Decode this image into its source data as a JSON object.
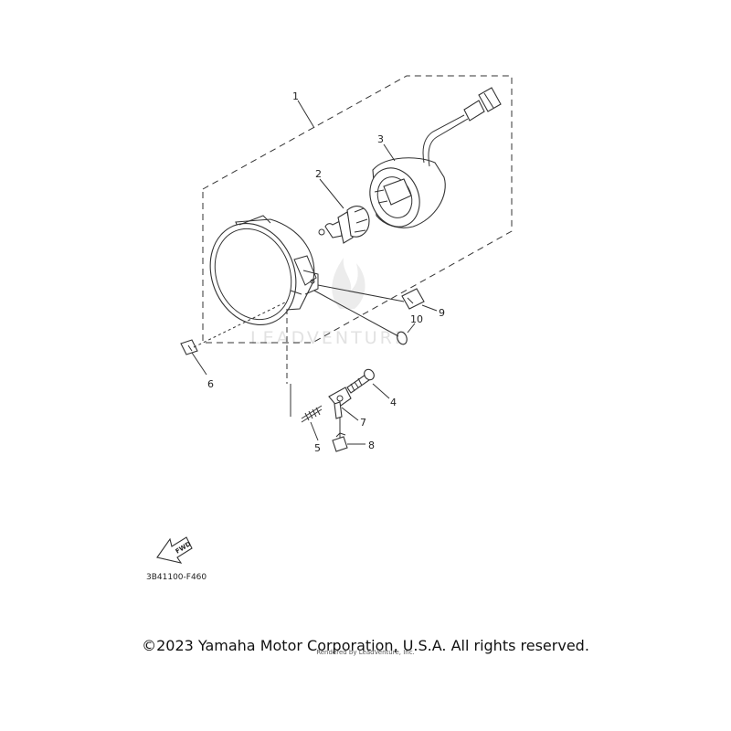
{
  "callouts": [
    "1",
    "2",
    "3",
    "4",
    "5",
    "6",
    "7",
    "8",
    "9",
    "10"
  ],
  "diagram_code": "3B41100-F460",
  "fwd_label": "FWD",
  "watermark": "LEADVENTURE",
  "copyright": "©2023 Yamaha Motor Corporation, U.S.A. All rights reserved.",
  "rendered_by": "Rendered by LeadVenture, Inc."
}
